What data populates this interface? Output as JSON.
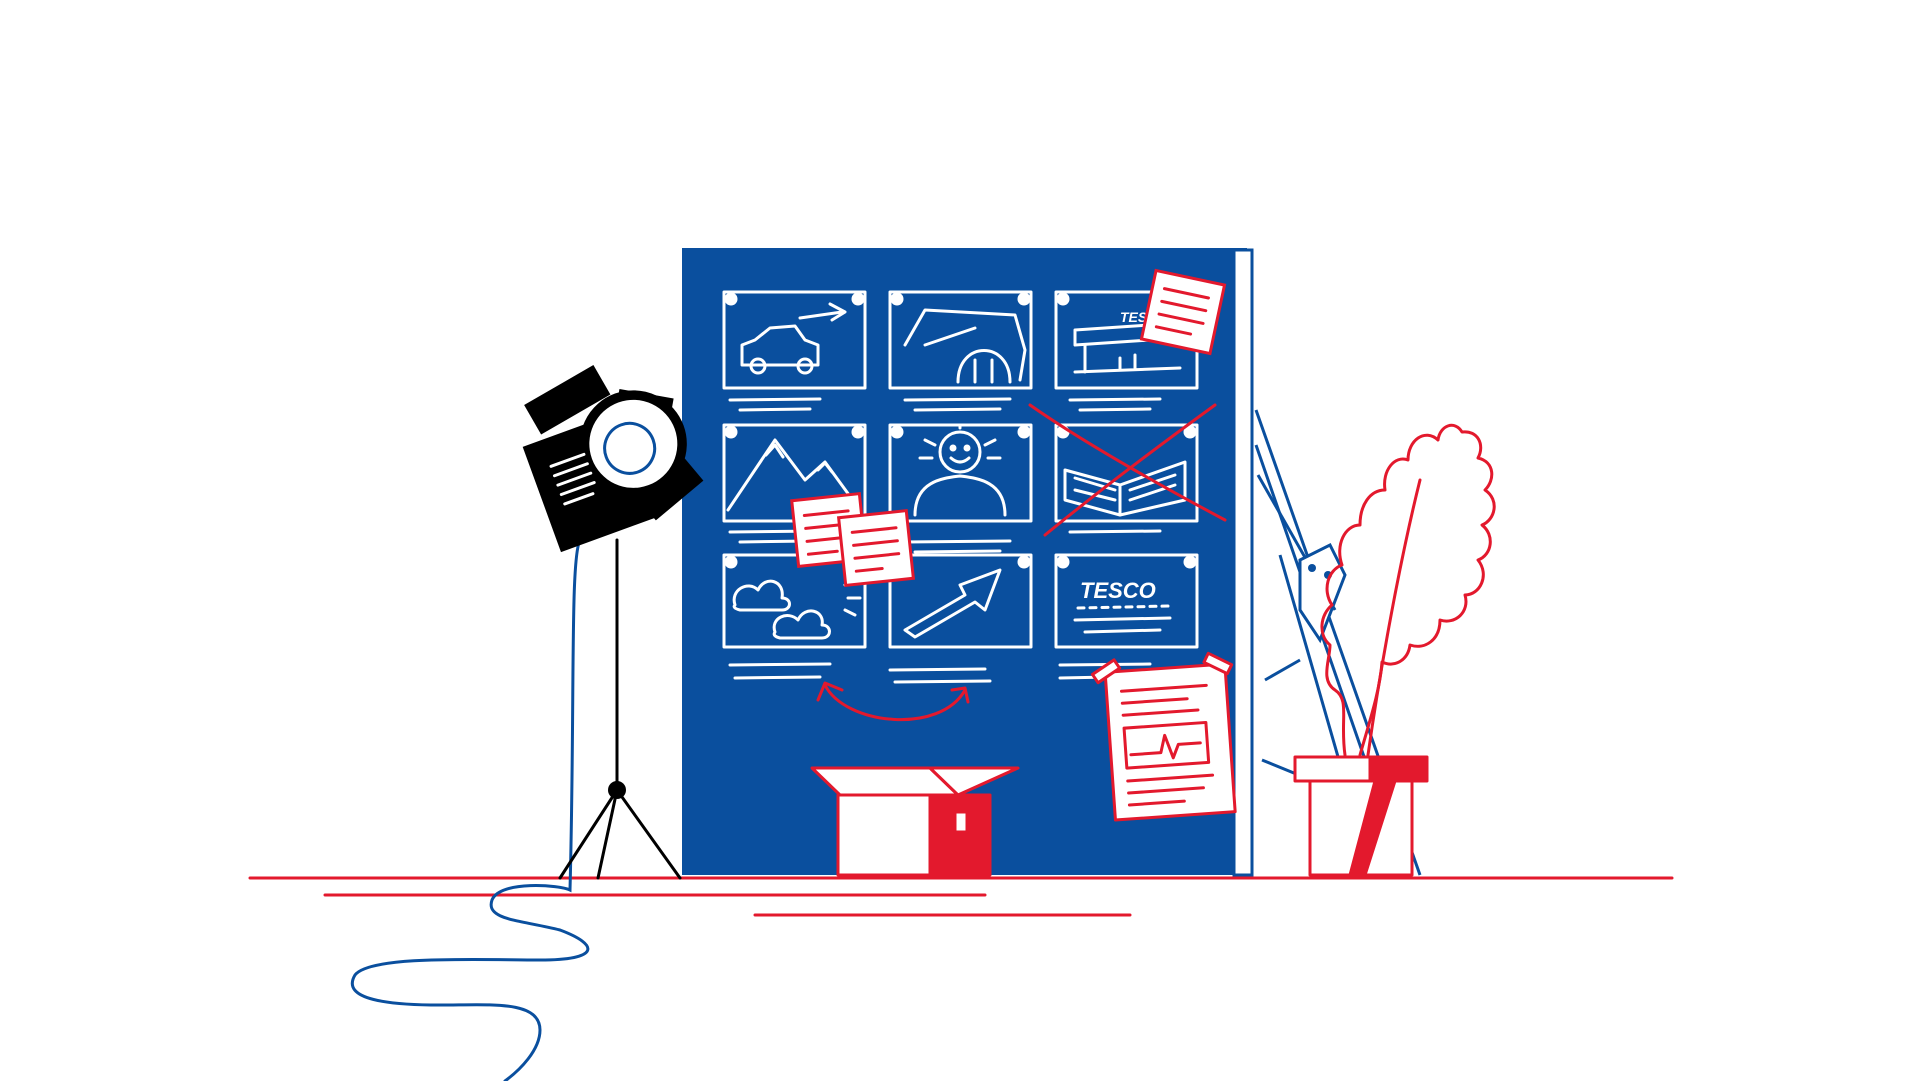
{
  "scene": {
    "title": "",
    "colors": {
      "blue": "#0a4f9e",
      "red": "#e3192d",
      "black": "#000000",
      "white": "#ffffff"
    }
  },
  "storyboard": {
    "panels": [
      {
        "id": 1,
        "sketch": "car-icon"
      },
      {
        "id": 2,
        "sketch": "car-interior-icon"
      },
      {
        "id": 3,
        "sketch": "store-front-icon",
        "text": "TESCO"
      },
      {
        "id": 4,
        "sketch": "mountains-icon"
      },
      {
        "id": 5,
        "sketch": "smiling-person-icon"
      },
      {
        "id": 6,
        "sketch": "open-book-icon",
        "crossed_out": true
      },
      {
        "id": 7,
        "sketch": "clouds-icon"
      },
      {
        "id": 8,
        "sketch": "arrow-up-icon"
      },
      {
        "id": 9,
        "sketch": "logo-icon",
        "text": "TESCO"
      }
    ]
  },
  "props": [
    "spotlight-icon",
    "box-icon",
    "plant-icon",
    "ladder-icon",
    "cable-icon",
    "sticky-note-icon",
    "document-icon"
  ]
}
